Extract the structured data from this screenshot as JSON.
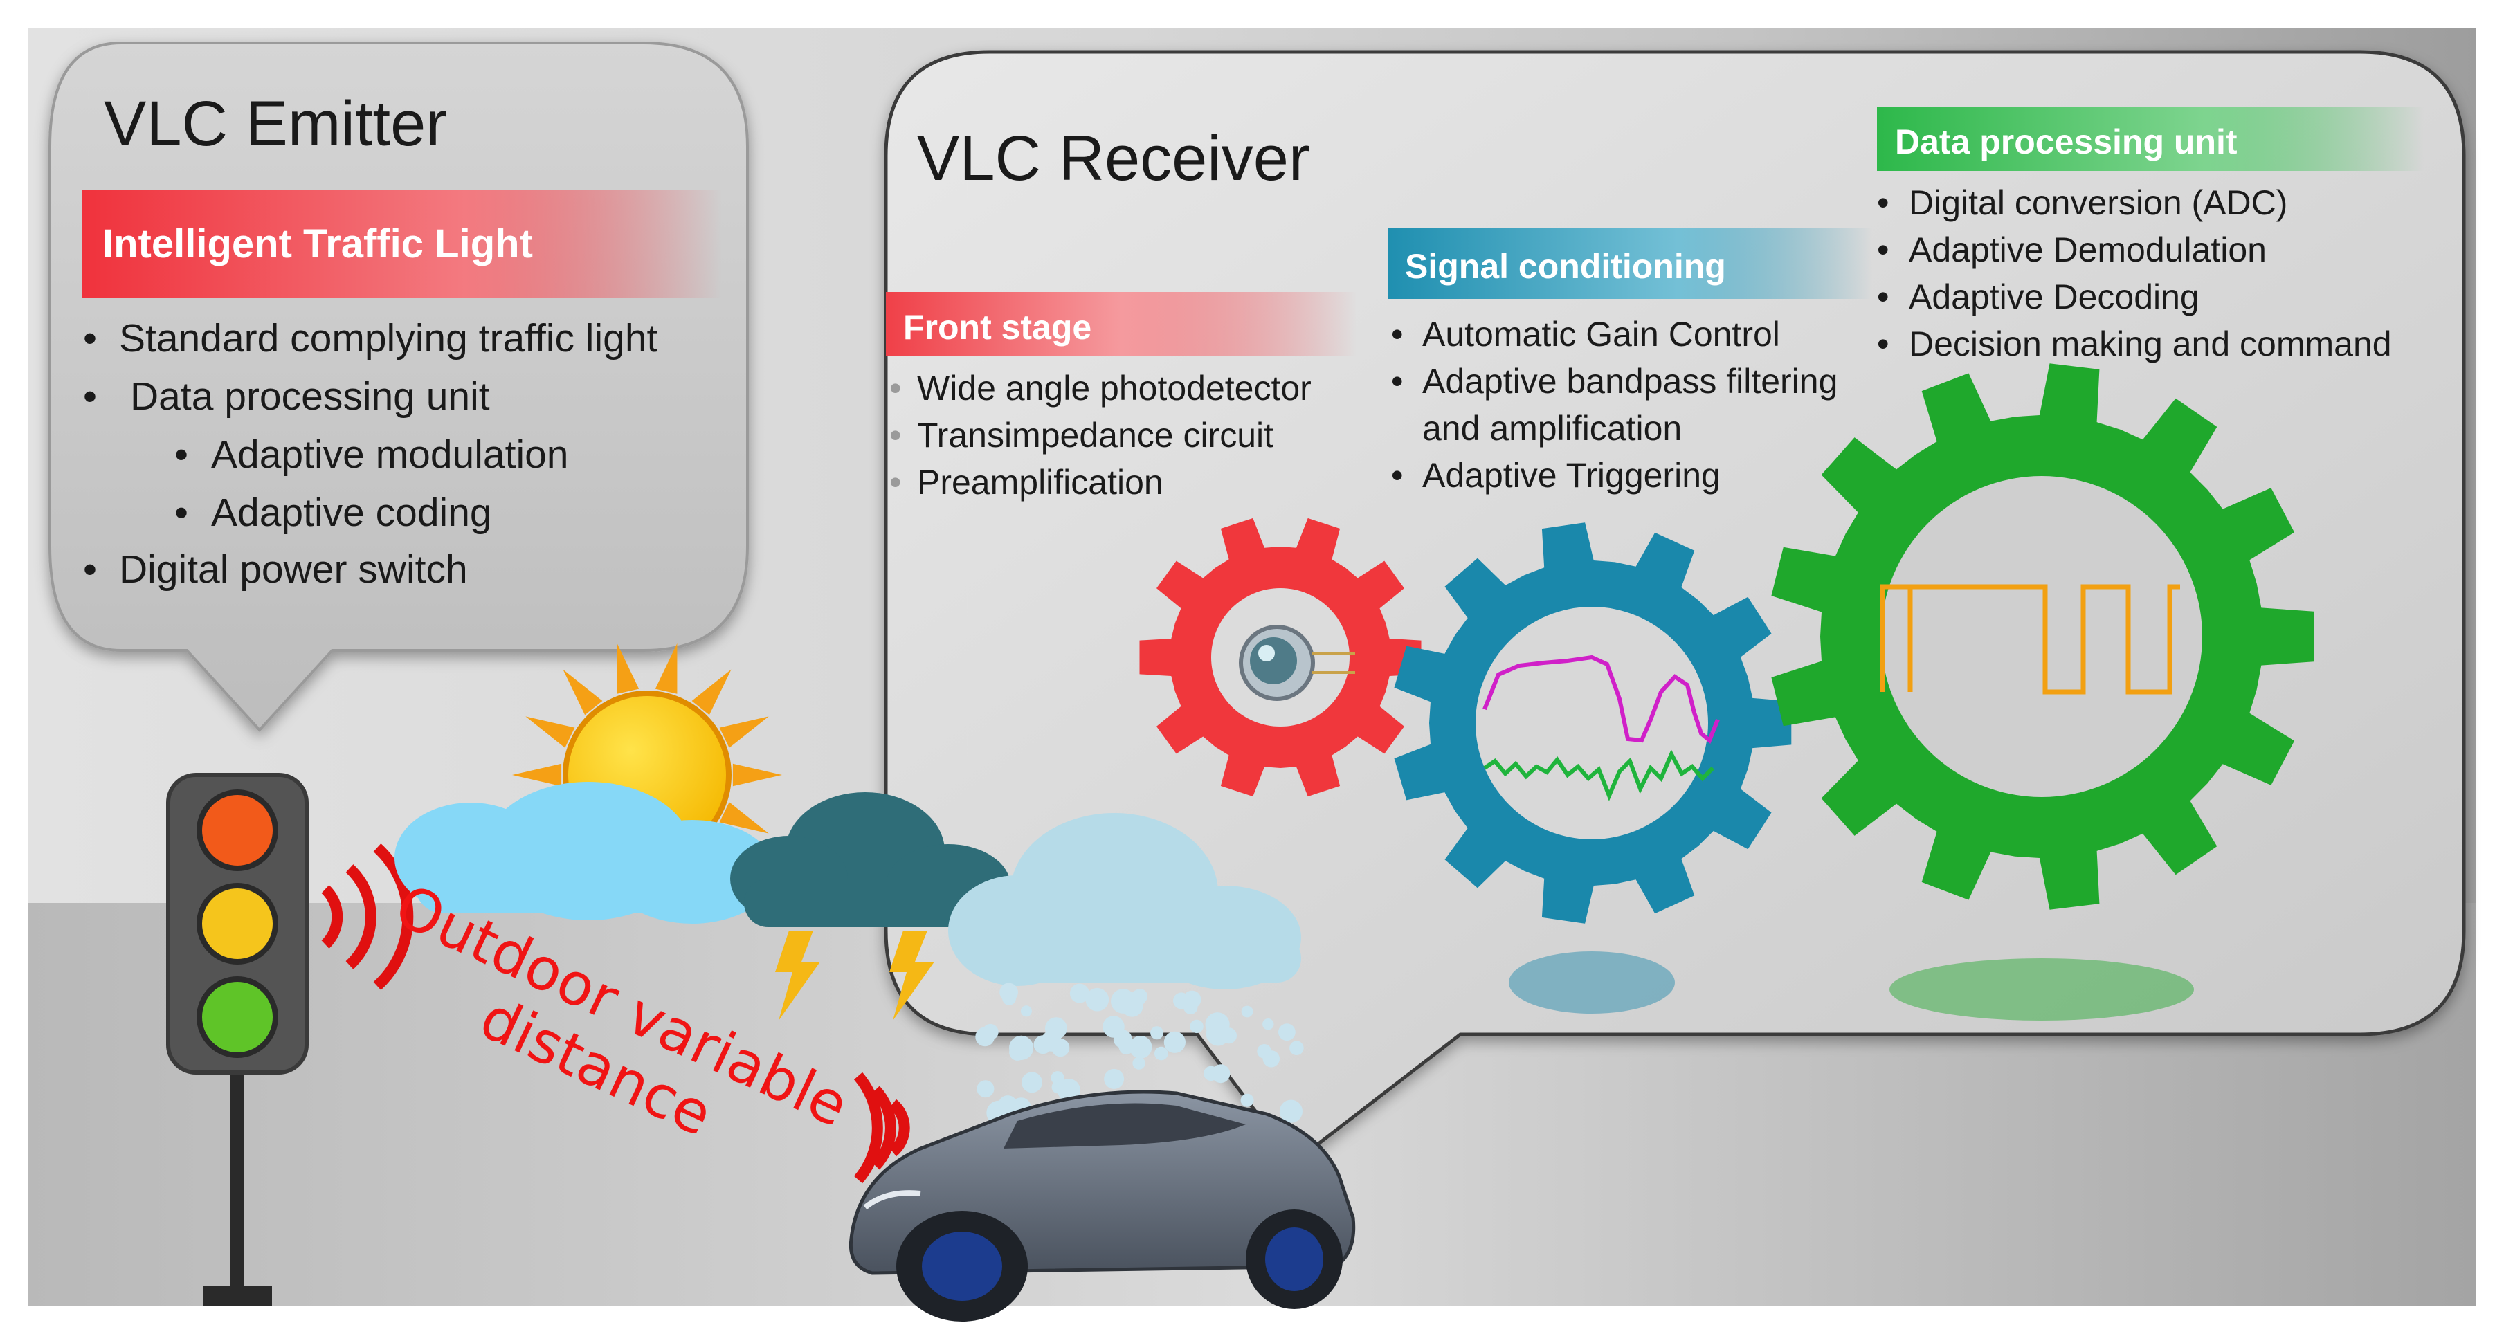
{
  "emitter": {
    "title": "VLC Emitter",
    "header": "Intelligent Traffic Light",
    "items": [
      "Standard complying traffic light",
      "Data processing unit",
      "Adaptive modulation",
      "Adaptive coding",
      "Digital power switch"
    ]
  },
  "receiver": {
    "title": "VLC Receiver",
    "front_stage": {
      "header": "Front stage",
      "items": [
        "Wide angle photodetector",
        "Transimpedance circuit",
        "Preamplification"
      ]
    },
    "signal_conditioning": {
      "header": "Signal conditioning",
      "items": [
        "Automatic Gain Control",
        "Adaptive bandpass filtering",
        "and amplification",
        "Adaptive Triggering"
      ]
    },
    "data_processing": {
      "header": "Data processing unit",
      "items": [
        "Digital conversion (ADC)",
        "Adaptive Demodulation",
        "Adaptive Decoding",
        "Decision making and command"
      ]
    }
  },
  "channel": {
    "label_line1": "Outdoor variable",
    "label_line2": "distance"
  },
  "colors": {
    "emitter_header": "#f0323c",
    "front_stage_header": "#f04048",
    "signal_header": "#1f8fb0",
    "data_header": "#2db84a",
    "gear_red": "#f0373c",
    "gear_blue": "#1a88ab",
    "gear_green": "#1fa82c",
    "channel_text": "#f01414"
  }
}
